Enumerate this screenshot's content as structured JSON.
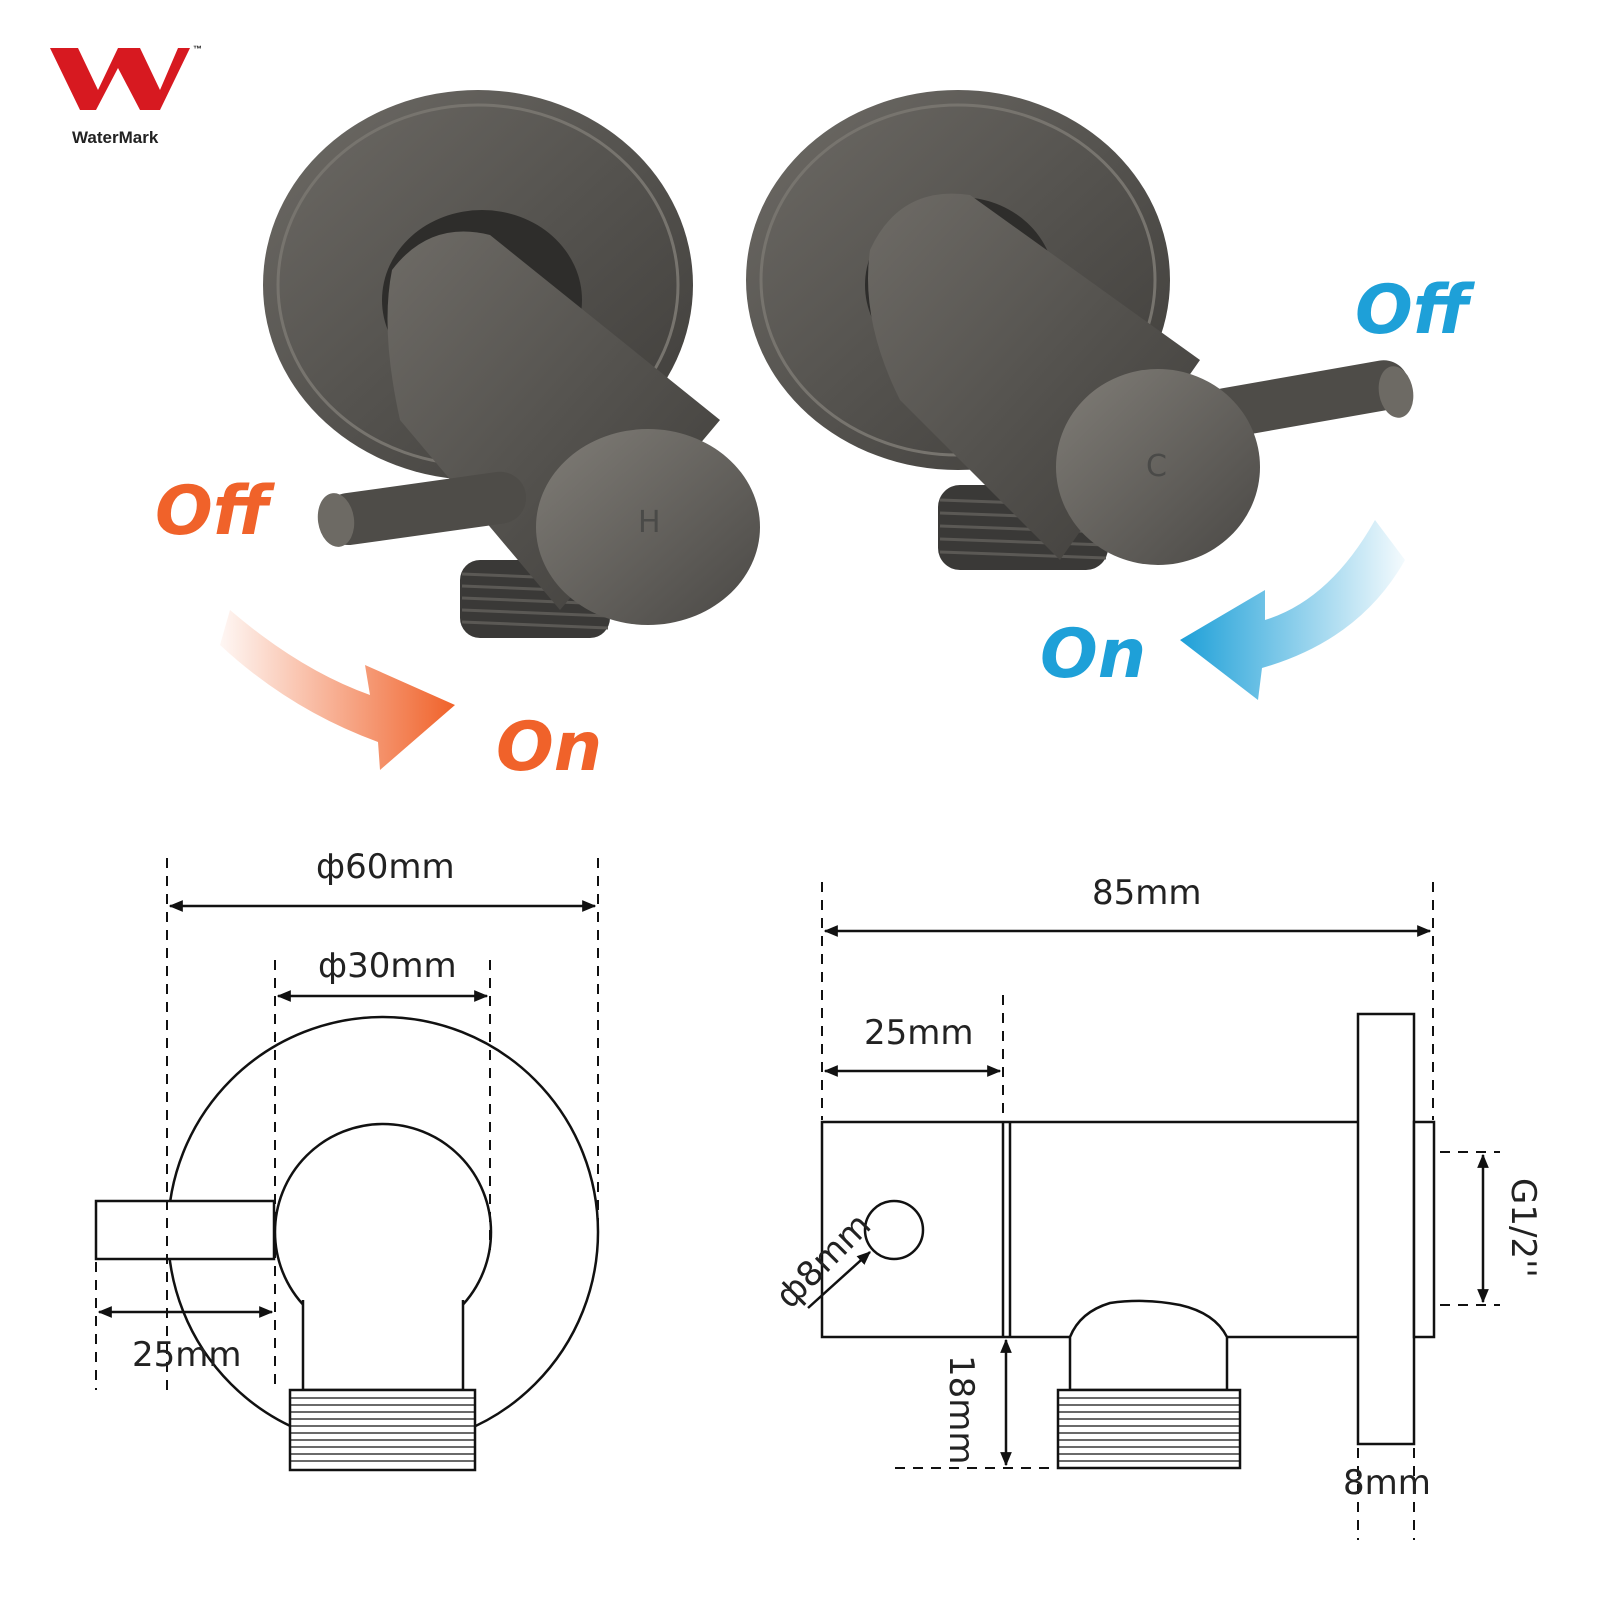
{
  "logo": {
    "text": "WaterMark",
    "tm": "™",
    "color": "#d71920"
  },
  "hot_tap": {
    "marking": "H",
    "off_label": "Off",
    "on_label": "On",
    "color": "#f0622a"
  },
  "cold_tap": {
    "marking": "C",
    "off_label": "Off",
    "on_label": "On",
    "color": "#1ea0d8"
  },
  "front_view": {
    "plate_diameter": "ф60mm",
    "body_diameter": "ф30mm",
    "handle_length": "25mm"
  },
  "side_view": {
    "total_length": "85mm",
    "handle_offset": "25mm",
    "handle_diameter": "ф8mm",
    "thread": "G1/2''",
    "outlet_height": "18mm",
    "plate_thickness": "8mm"
  },
  "finish_color": "#5a5854"
}
